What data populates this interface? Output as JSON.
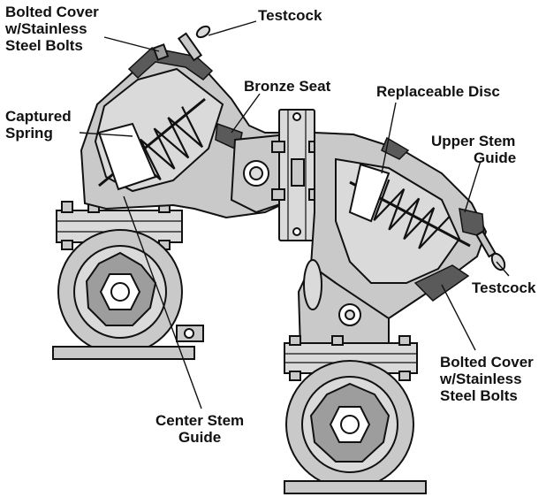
{
  "labels": {
    "bolted_cover_top": [
      "Bolted Cover",
      "w/Stainless",
      "Steel Bolts"
    ],
    "testcock_top": "Testcock",
    "bronze_seat": "Bronze Seat",
    "replaceable_disc": "Replaceable Disc",
    "captured_spring": [
      "Captured",
      "Spring"
    ],
    "upper_stem_guide": [
      "Upper Stem",
      "Guide"
    ],
    "testcock_right": "Testcock",
    "center_stem_guide": [
      "Center Stem",
      "Guide"
    ],
    "bolted_cover_bottom": [
      "Bolted Cover",
      "w/Stainless",
      "Steel Bolts"
    ]
  }
}
